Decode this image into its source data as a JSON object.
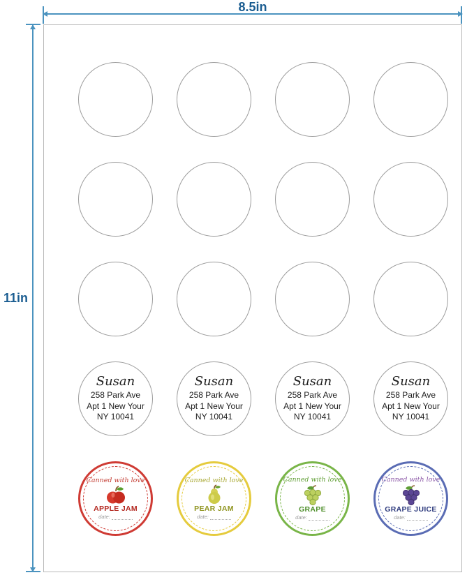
{
  "dimensions": {
    "sheet_width": "8.5in",
    "sheet_height": "11in",
    "top_margin": "0.75in",
    "left_margin": "0.7in",
    "horizontal_gap": "0.5in",
    "vertical_gap": "0.5in",
    "label_width": "1.5in",
    "label_height": "1.5in"
  },
  "address_label": {
    "name": "Susan",
    "line1": "258 Park Ave",
    "line2": "Apt 1 New Your",
    "line3": "NY 10041"
  },
  "jam_labels": [
    {
      "script_text": "Canned with love",
      "title": "APPLE JAM",
      "date_text": "date:",
      "fruit": "apple",
      "border_color": "#cf3b34",
      "script_color": "#c23a30",
      "title_color": "#b3271f"
    },
    {
      "script_text": "Canned with love",
      "title": "PEAR JAM",
      "date_text": "date:",
      "fruit": "pear",
      "border_color": "#e5cb3d",
      "script_color": "#a8a832",
      "title_color": "#8f941f"
    },
    {
      "script_text": "Canned with love",
      "title": "GRAPE",
      "date_text": "date:",
      "fruit": "green-grapes",
      "border_color": "#79b548",
      "script_color": "#619f36",
      "title_color": "#4e8f2b"
    },
    {
      "script_text": "Canned with love",
      "title": "GRAPE JUICE",
      "date_text": "date:",
      "fruit": "purple-grapes",
      "border_color": "#5a6cb4",
      "script_color": "#8a56a6",
      "title_color": "#2d3a7d"
    }
  ],
  "colors": {
    "dimension_arrow": "#4b93bf",
    "dimension_text": "#1b5d91",
    "circle_outline": "#9c9c9c",
    "sheet_border": "#b9b9b9"
  }
}
